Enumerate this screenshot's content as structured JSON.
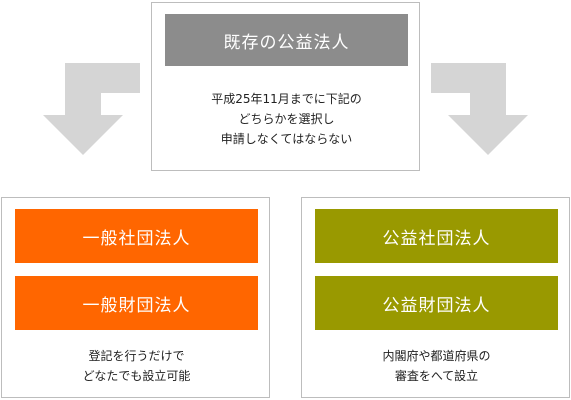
{
  "top": {
    "title": "既存の公益法人",
    "note_lines": [
      "平成25年11月までに下記の",
      "どちらかを選択し",
      "申請しなくてはならない"
    ]
  },
  "left": {
    "items": [
      "一般社団法人",
      "一般財団法人"
    ],
    "note_lines": [
      "登記を行うだけで",
      "どなたでも設立可能"
    ]
  },
  "right": {
    "items": [
      "公益社団法人",
      "公益財団法人"
    ],
    "note_lines": [
      "内閣府や都道府県の",
      "審査をへて設立"
    ]
  },
  "colors": {
    "title_bg": "#8c8c8c",
    "orange": "#ff6600",
    "olive": "#999900",
    "arrow": "#d5d5d5",
    "border": "#bdbdbd"
  }
}
